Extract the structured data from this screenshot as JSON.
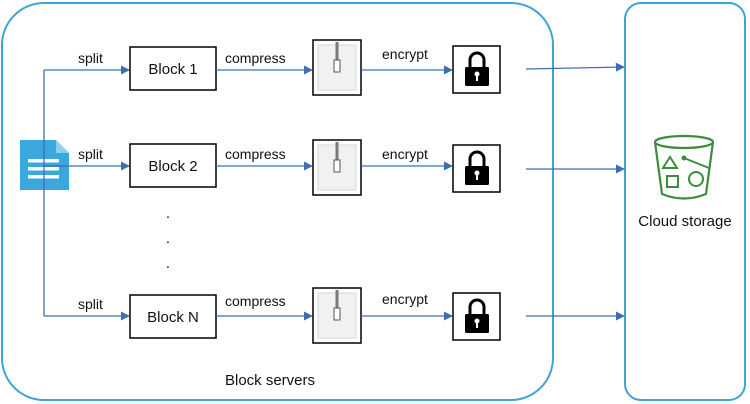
{
  "colors": {
    "border": "#3ea3d5",
    "arrow": "#3d6fb0",
    "doc_icon": "#3aa8dd",
    "bucket": "#3d8b3d",
    "lock": "#000000",
    "text": "#111111"
  },
  "regions": {
    "block_servers_label": "Block servers",
    "cloud_storage_label": "Cloud storage"
  },
  "edge_labels": {
    "split": "split",
    "compress": "compress",
    "encrypt": "encrypt"
  },
  "rows": [
    {
      "block_label": "Block 1"
    },
    {
      "block_label": "Block 2"
    },
    {
      "block_label": "Block N"
    }
  ],
  "ellipsis": [
    ".",
    ".",
    "."
  ],
  "icons": {
    "source": "document-icon",
    "compress": "zip-file-icon",
    "encrypt": "lock-icon",
    "storage": "storage-bucket-icon"
  }
}
